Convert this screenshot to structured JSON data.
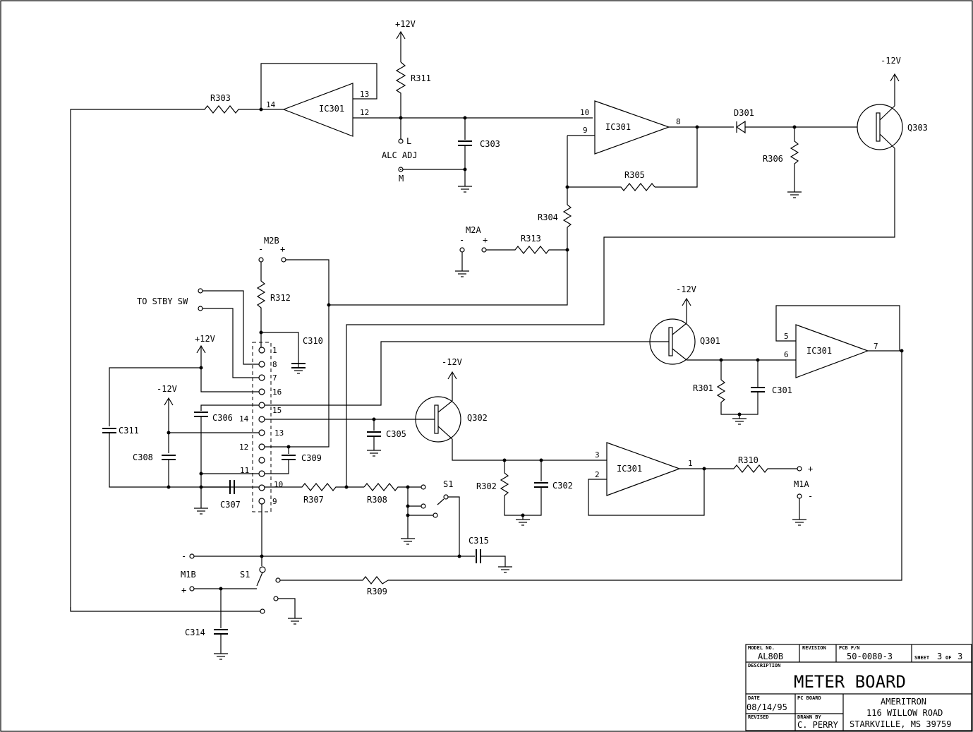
{
  "supplies": {
    "pos12": "+12V",
    "neg12": "-12V"
  },
  "components": {
    "r303": "R303",
    "r311": "R311",
    "r305": "R305",
    "r304": "R304",
    "r313": "R313",
    "r306": "R306",
    "r312": "R312",
    "r301": "R301",
    "r302": "R302",
    "r307": "R307",
    "r308": "R308",
    "r309": "R309",
    "r310": "R310",
    "c303": "C303",
    "c310": "C310",
    "c301": "C301",
    "c302": "C302",
    "c305": "C305",
    "c306": "C306",
    "c308": "C308",
    "c309": "C309",
    "c311": "C311",
    "c307": "C307",
    "c314": "C314",
    "c315": "C315",
    "d301": "D301",
    "q301": "Q301",
    "q302": "Q302",
    "q303": "Q303",
    "ic301": "IC301",
    "s1": "S1"
  },
  "pins": {
    "p1": "1",
    "p2": "2",
    "p3": "3",
    "p5": "5",
    "p6": "6",
    "p7": "7",
    "p8": "8",
    "p9": "9",
    "p10": "10",
    "p11": "11",
    "p12": "12",
    "p13": "13",
    "p14": "14",
    "p15": "15",
    "p16": "16"
  },
  "labels": {
    "alc_adj": "ALC ADJ",
    "l": "L",
    "m": "M",
    "m2a": "M2A",
    "m2b": "M2B",
    "m1a": "M1A",
    "m1b": "M1B",
    "plus": "+",
    "minus": "-",
    "to_stby": "TO STBY SW"
  },
  "title_block": {
    "model_no_label": "MODEL NO.",
    "model_no": "AL80B",
    "revision_label": "REVISION",
    "revision": "",
    "pcb_label": "PCB P/N",
    "pcb": "50-0080-3",
    "sheet_label": "SHEET",
    "sheet_num": "3",
    "of_label": "OF",
    "sheet_total": "3",
    "description_label": "DESCRIPTION",
    "description": "METER BOARD",
    "date_label": "DATE",
    "date": "08/14/95",
    "pc_board_label": "PC BOARD",
    "revised_label": "REVISED",
    "drawn_by_label": "DRAWN BY",
    "drawn_by": "C. PERRY",
    "company": "AMERITRON",
    "address1": "116 WILLOW ROAD",
    "address2": "STARKVILLE, MS  39759"
  }
}
